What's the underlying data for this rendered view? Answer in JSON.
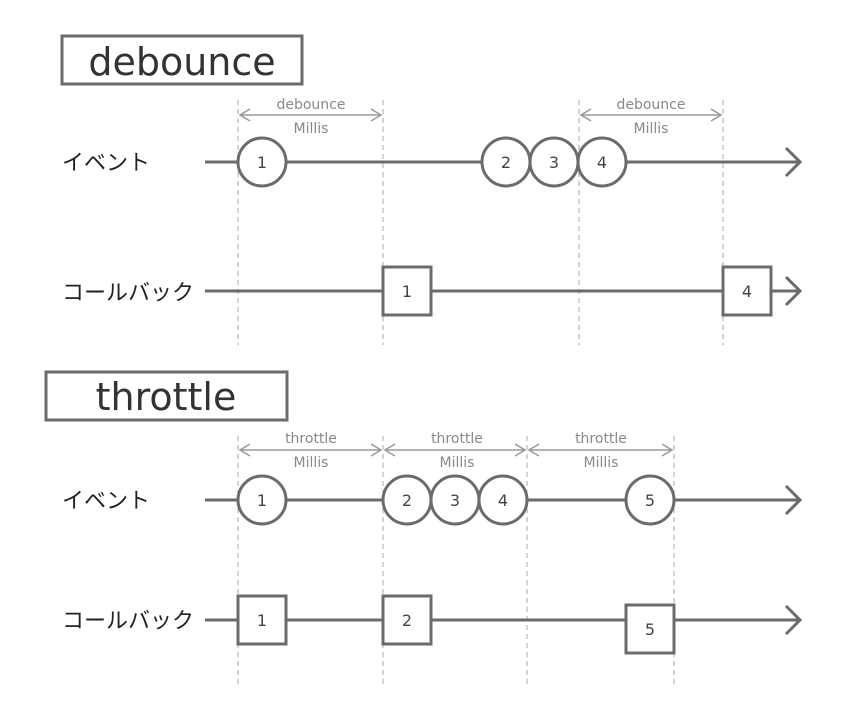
{
  "debounce": {
    "title": "debounce",
    "interval_label": [
      "debounce",
      "Millis"
    ],
    "event_row": "イベント",
    "callback_row": "コールバック",
    "events": [
      "1",
      "2",
      "3",
      "4"
    ],
    "callbacks": [
      "1",
      "4"
    ]
  },
  "throttle": {
    "title": "throttle",
    "interval_label": [
      "throttle",
      "Millis"
    ],
    "event_row": "イベント",
    "callback_row": "コールバック",
    "events": [
      "1",
      "2",
      "3",
      "4",
      "5"
    ],
    "callbacks": [
      "1",
      "2",
      "5"
    ]
  }
}
